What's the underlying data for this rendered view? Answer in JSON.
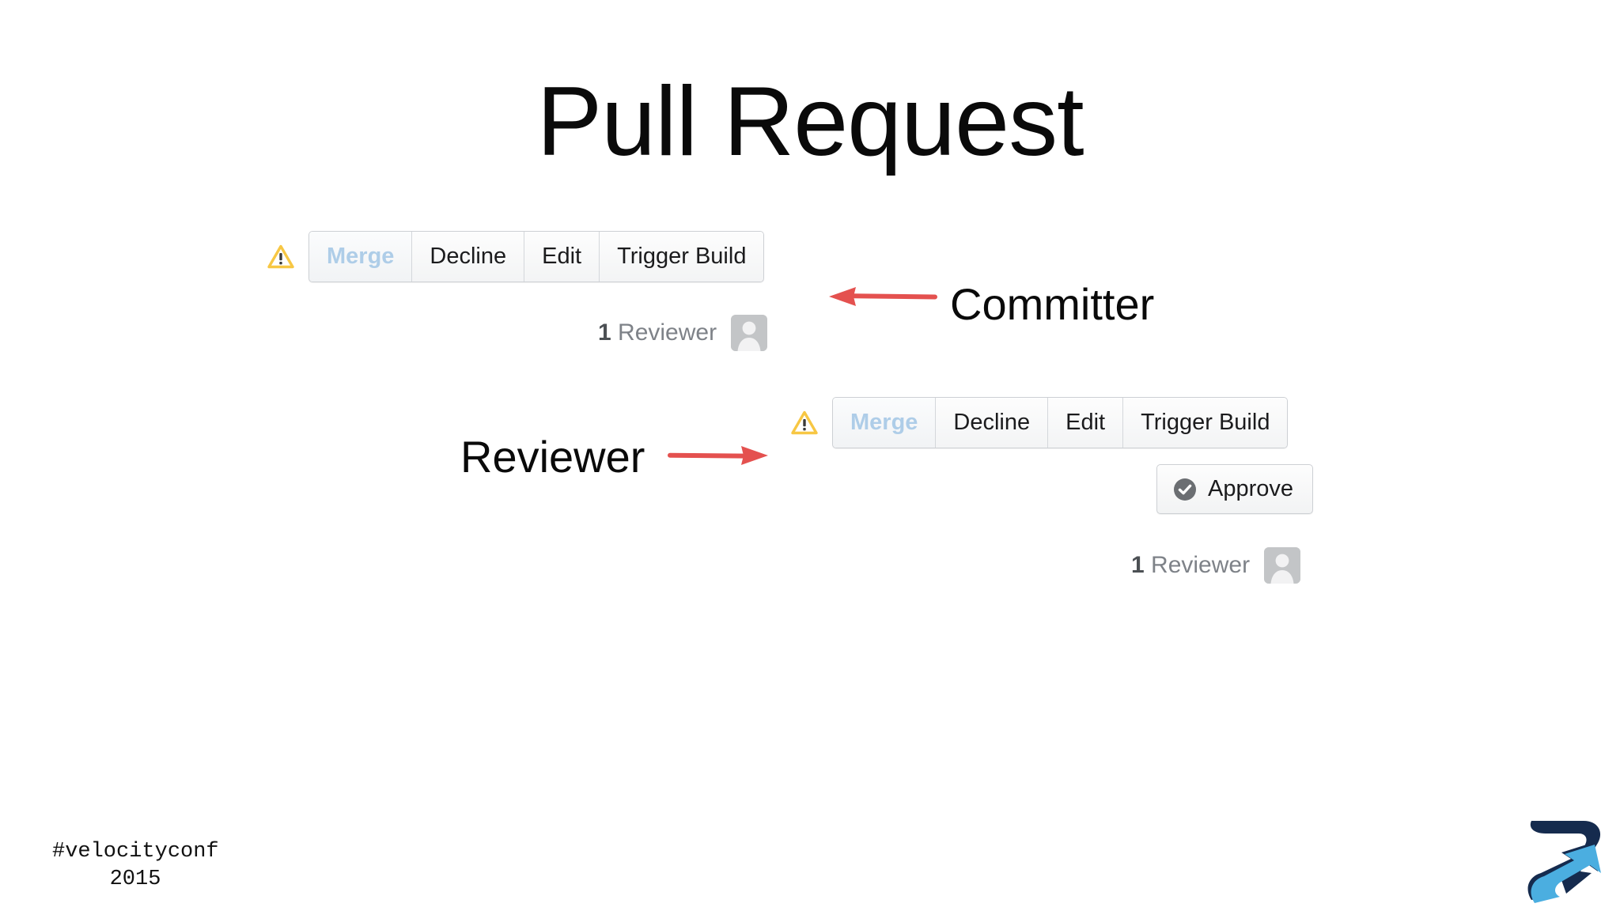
{
  "slide": {
    "title": "Pull Request"
  },
  "committer_block": {
    "warning_icon": "warning-triangle-icon",
    "buttons": [
      {
        "label": "Merge",
        "state": "disabled"
      },
      {
        "label": "Decline",
        "state": "enabled"
      },
      {
        "label": "Edit",
        "state": "enabled"
      },
      {
        "label": "Trigger Build",
        "state": "enabled"
      }
    ],
    "reviewer_count": "1",
    "reviewer_label": "Reviewer",
    "avatar_icon": "user-avatar-icon"
  },
  "reviewer_block": {
    "warning_icon": "warning-triangle-icon",
    "buttons": [
      {
        "label": "Merge",
        "state": "disabled"
      },
      {
        "label": "Decline",
        "state": "enabled"
      },
      {
        "label": "Edit",
        "state": "enabled"
      },
      {
        "label": "Trigger Build",
        "state": "enabled"
      }
    ],
    "approve_label": "Approve",
    "approve_icon": "check-circle-icon",
    "reviewer_count": "1",
    "reviewer_label": "Reviewer",
    "avatar_icon": "user-avatar-icon"
  },
  "annotations": [
    {
      "label": "Committer",
      "arrow": "arrow-left-icon"
    },
    {
      "label": "Reviewer",
      "arrow": "arrow-right-icon"
    }
  ],
  "footer": {
    "hashtag": "#velocityconf\n2015",
    "logo": "recycle-arrows-logo"
  },
  "colors": {
    "annotation_arrow": "#E4514F",
    "warning_triangle": "#F7C744",
    "merge_disabled_text": "#AECDE8",
    "avatar_background": "#C3C5C7",
    "approve_icon": "#6B6E72",
    "logo_dark": "#152B4E",
    "logo_light": "#4BAEE0"
  }
}
